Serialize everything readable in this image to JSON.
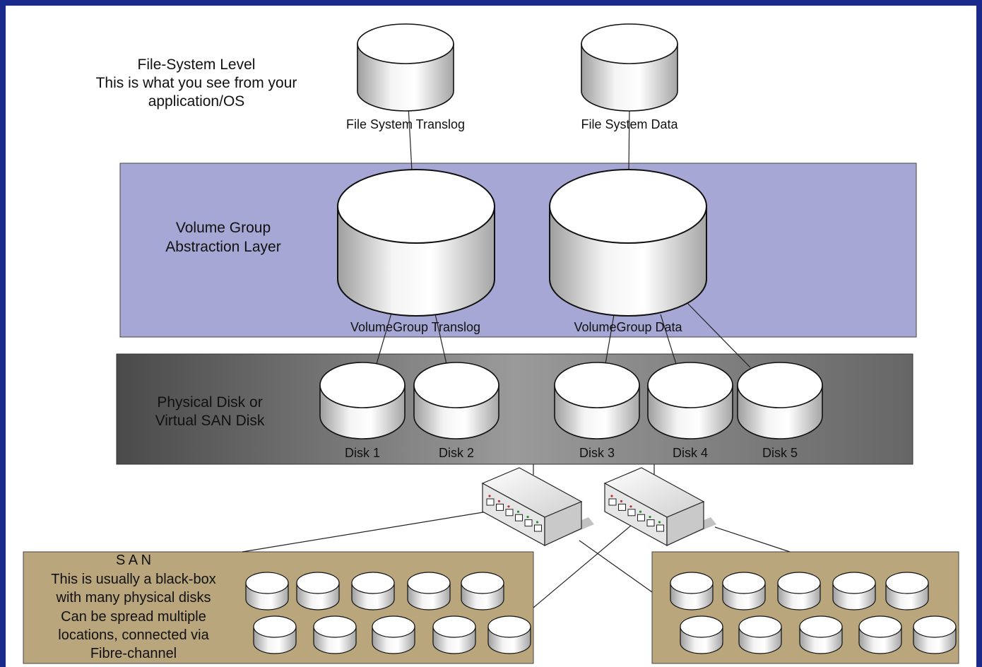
{
  "fs_level": {
    "lines": [
      "File-System Level",
      "This is what you see from your",
      "application/OS"
    ]
  },
  "fs_translog": {
    "label": "File System Translog"
  },
  "fs_data": {
    "label": "File System Data"
  },
  "vg_layer": {
    "lines": [
      "Volume Group",
      "Abstraction Layer"
    ],
    "color": "#a7a7d5"
  },
  "vg_translog": {
    "label": "VolumeGroup Translog"
  },
  "vg_data": {
    "label": "VolumeGroup Data"
  },
  "physical_layer": {
    "lines": [
      "Physical Disk or",
      "Virtual SAN Disk"
    ]
  },
  "disks": [
    {
      "label": "Disk 1"
    },
    {
      "label": "Disk 2"
    },
    {
      "label": "Disk 3"
    },
    {
      "label": "Disk 4"
    },
    {
      "label": "Disk 5"
    }
  ],
  "san": {
    "title": "S A N",
    "lines": [
      "This is usually a black-box",
      "with many physical disks",
      "Can be spread multiple",
      "locations, connected via",
      "Fibre-channel"
    ],
    "color": "#b9a67c"
  },
  "switches": [
    {
      "icon": "network-switch-icon"
    },
    {
      "icon": "network-switch-icon"
    }
  ]
}
